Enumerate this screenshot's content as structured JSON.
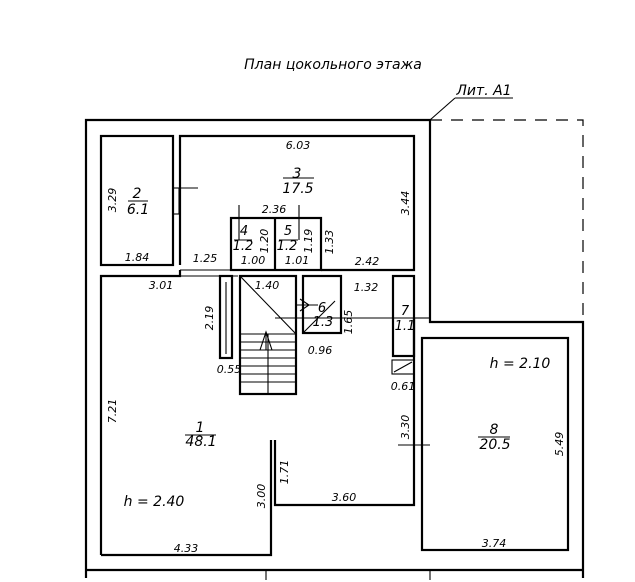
{
  "title": "План цокольного этажа",
  "lit_label": "Лит. А1",
  "rooms": {
    "r1": {
      "num": "1",
      "area": "48.1"
    },
    "r2": {
      "num": "2",
      "area": "6.1"
    },
    "r3": {
      "num": "3",
      "area": "17.5"
    },
    "r4": {
      "num": "4",
      "area": "1.2"
    },
    "r5": {
      "num": "5",
      "area": "1.2"
    },
    "r6": {
      "num": "6",
      "area": "1.3"
    },
    "r7": {
      "num": "7",
      "area": "1.1"
    },
    "r8": {
      "num": "8",
      "area": "20.5"
    }
  },
  "heights": {
    "h1": "h = 2.40",
    "h8": "h = 2.10"
  },
  "dims": {
    "d603": "6.03",
    "d344": "3.44",
    "d329": "3.29",
    "d184": "1.84",
    "d236": "2.36",
    "d120": "1.20",
    "d119": "1.19",
    "d133": "1.33",
    "d100": "1.00",
    "d101": "1.01",
    "d125": "1.25",
    "d242": "2.42",
    "d301": "3.01",
    "d140": "1.40",
    "d132": "1.32",
    "d219": "2.19",
    "d165": "1.65",
    "d096": "0.96",
    "d055": "0.55",
    "d061": "0.61",
    "d721": "7.21",
    "d330": "3.30",
    "d549": "5.49",
    "d171": "1.71",
    "d300": "3.00",
    "d360": "3.60",
    "d433": "4.33",
    "d374": "3.74"
  }
}
